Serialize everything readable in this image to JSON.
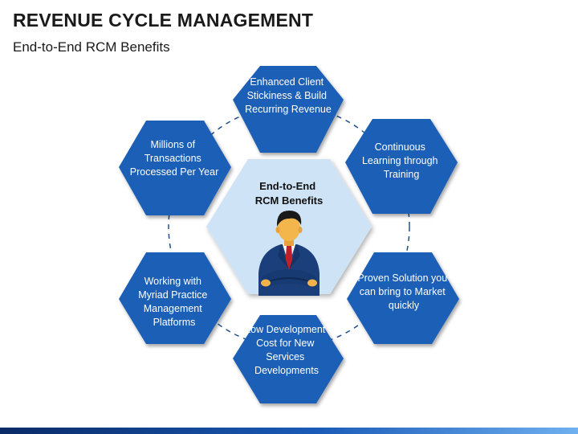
{
  "header": {
    "title": "REVENUE CYCLE MANAGEMENT",
    "subtitle": "End-to-End RCM Benefits"
  },
  "center": {
    "lines": [
      "End-to-End",
      "RCM Benefits"
    ]
  },
  "benefits": [
    {
      "lines": [
        "Enhanced Client",
        "Stickiness & Build",
        "Recurring Revenue"
      ]
    },
    {
      "lines": [
        "Continuous",
        "Learning through",
        "Training"
      ]
    },
    {
      "lines": [
        "Proven Solution you",
        "can bring to Market",
        "quickly"
      ]
    },
    {
      "lines": [
        "Low Development",
        "Cost for New",
        "Services",
        "Developments"
      ]
    },
    {
      "lines": [
        "Working with",
        "Myriad Practice",
        "Management",
        "Platforms"
      ]
    },
    {
      "lines": [
        "Millions of",
        "Transactions",
        "Processed Per Year"
      ]
    }
  ],
  "colors": {
    "hex_fill": "#1f5fb6",
    "hex_shadow": "#0d3474",
    "center_fill": "#cfe3f6",
    "dash_circle": "#1f4e8c"
  },
  "icons": {
    "center_figure": "businessman-arms-crossed-icon"
  }
}
